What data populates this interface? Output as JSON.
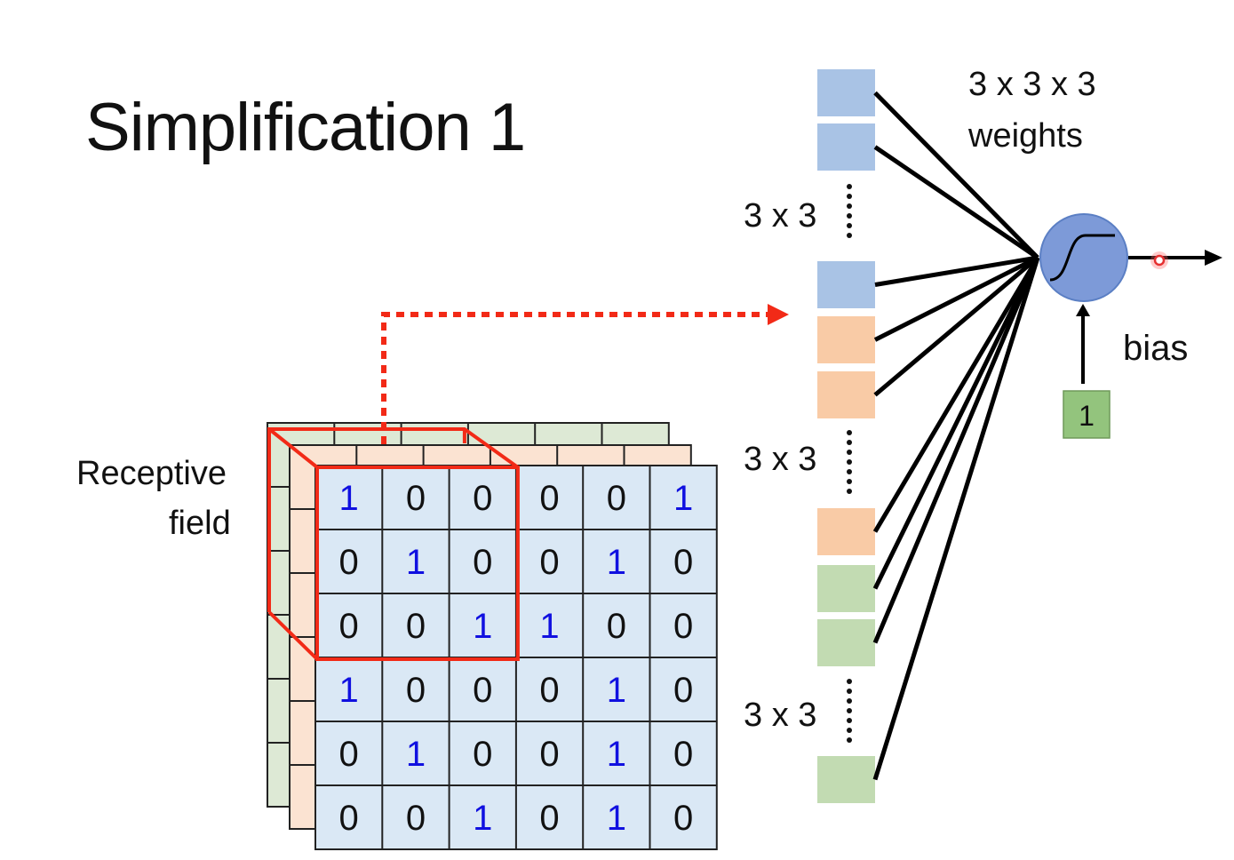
{
  "title": "Simplification 1",
  "receptive_field_label": [
    "Receptive",
    "field"
  ],
  "weights_label": [
    "3 x 3 x 3",
    "weights"
  ],
  "group_labels": [
    "3 x 3",
    "3 x 3",
    "3 x 3"
  ],
  "bias_label": "bias",
  "bias_input": "1",
  "neuron_icon": "sigmoid-icon",
  "colors": {
    "channel_blue": "#dae8f5",
    "channel_orange": "#fbe3d2",
    "channel_green": "#dde9d5",
    "weight_blue": "#a9c3e5",
    "weight_orange": "#f9cba6",
    "weight_green": "#c2dbb2",
    "highlight_red": "#f22a17",
    "digit_blue": "#1010e0",
    "neuron_fill": "#7d9ad8",
    "bias_box": "#93c47d"
  },
  "front_grid": [
    [
      1,
      0,
      0,
      0,
      0,
      1
    ],
    [
      0,
      1,
      0,
      0,
      1,
      0
    ],
    [
      0,
      0,
      1,
      1,
      0,
      0
    ],
    [
      1,
      0,
      0,
      0,
      1,
      0
    ],
    [
      0,
      1,
      0,
      0,
      1,
      0
    ],
    [
      0,
      0,
      1,
      0,
      1,
      0
    ]
  ],
  "weight_column": [
    {
      "color": "blue"
    },
    {
      "color": "blue"
    },
    {
      "color": "blue"
    },
    {
      "color": "orange"
    },
    {
      "color": "orange"
    },
    {
      "color": "orange"
    },
    {
      "color": "green"
    },
    {
      "color": "green"
    },
    {
      "color": "green"
    }
  ]
}
